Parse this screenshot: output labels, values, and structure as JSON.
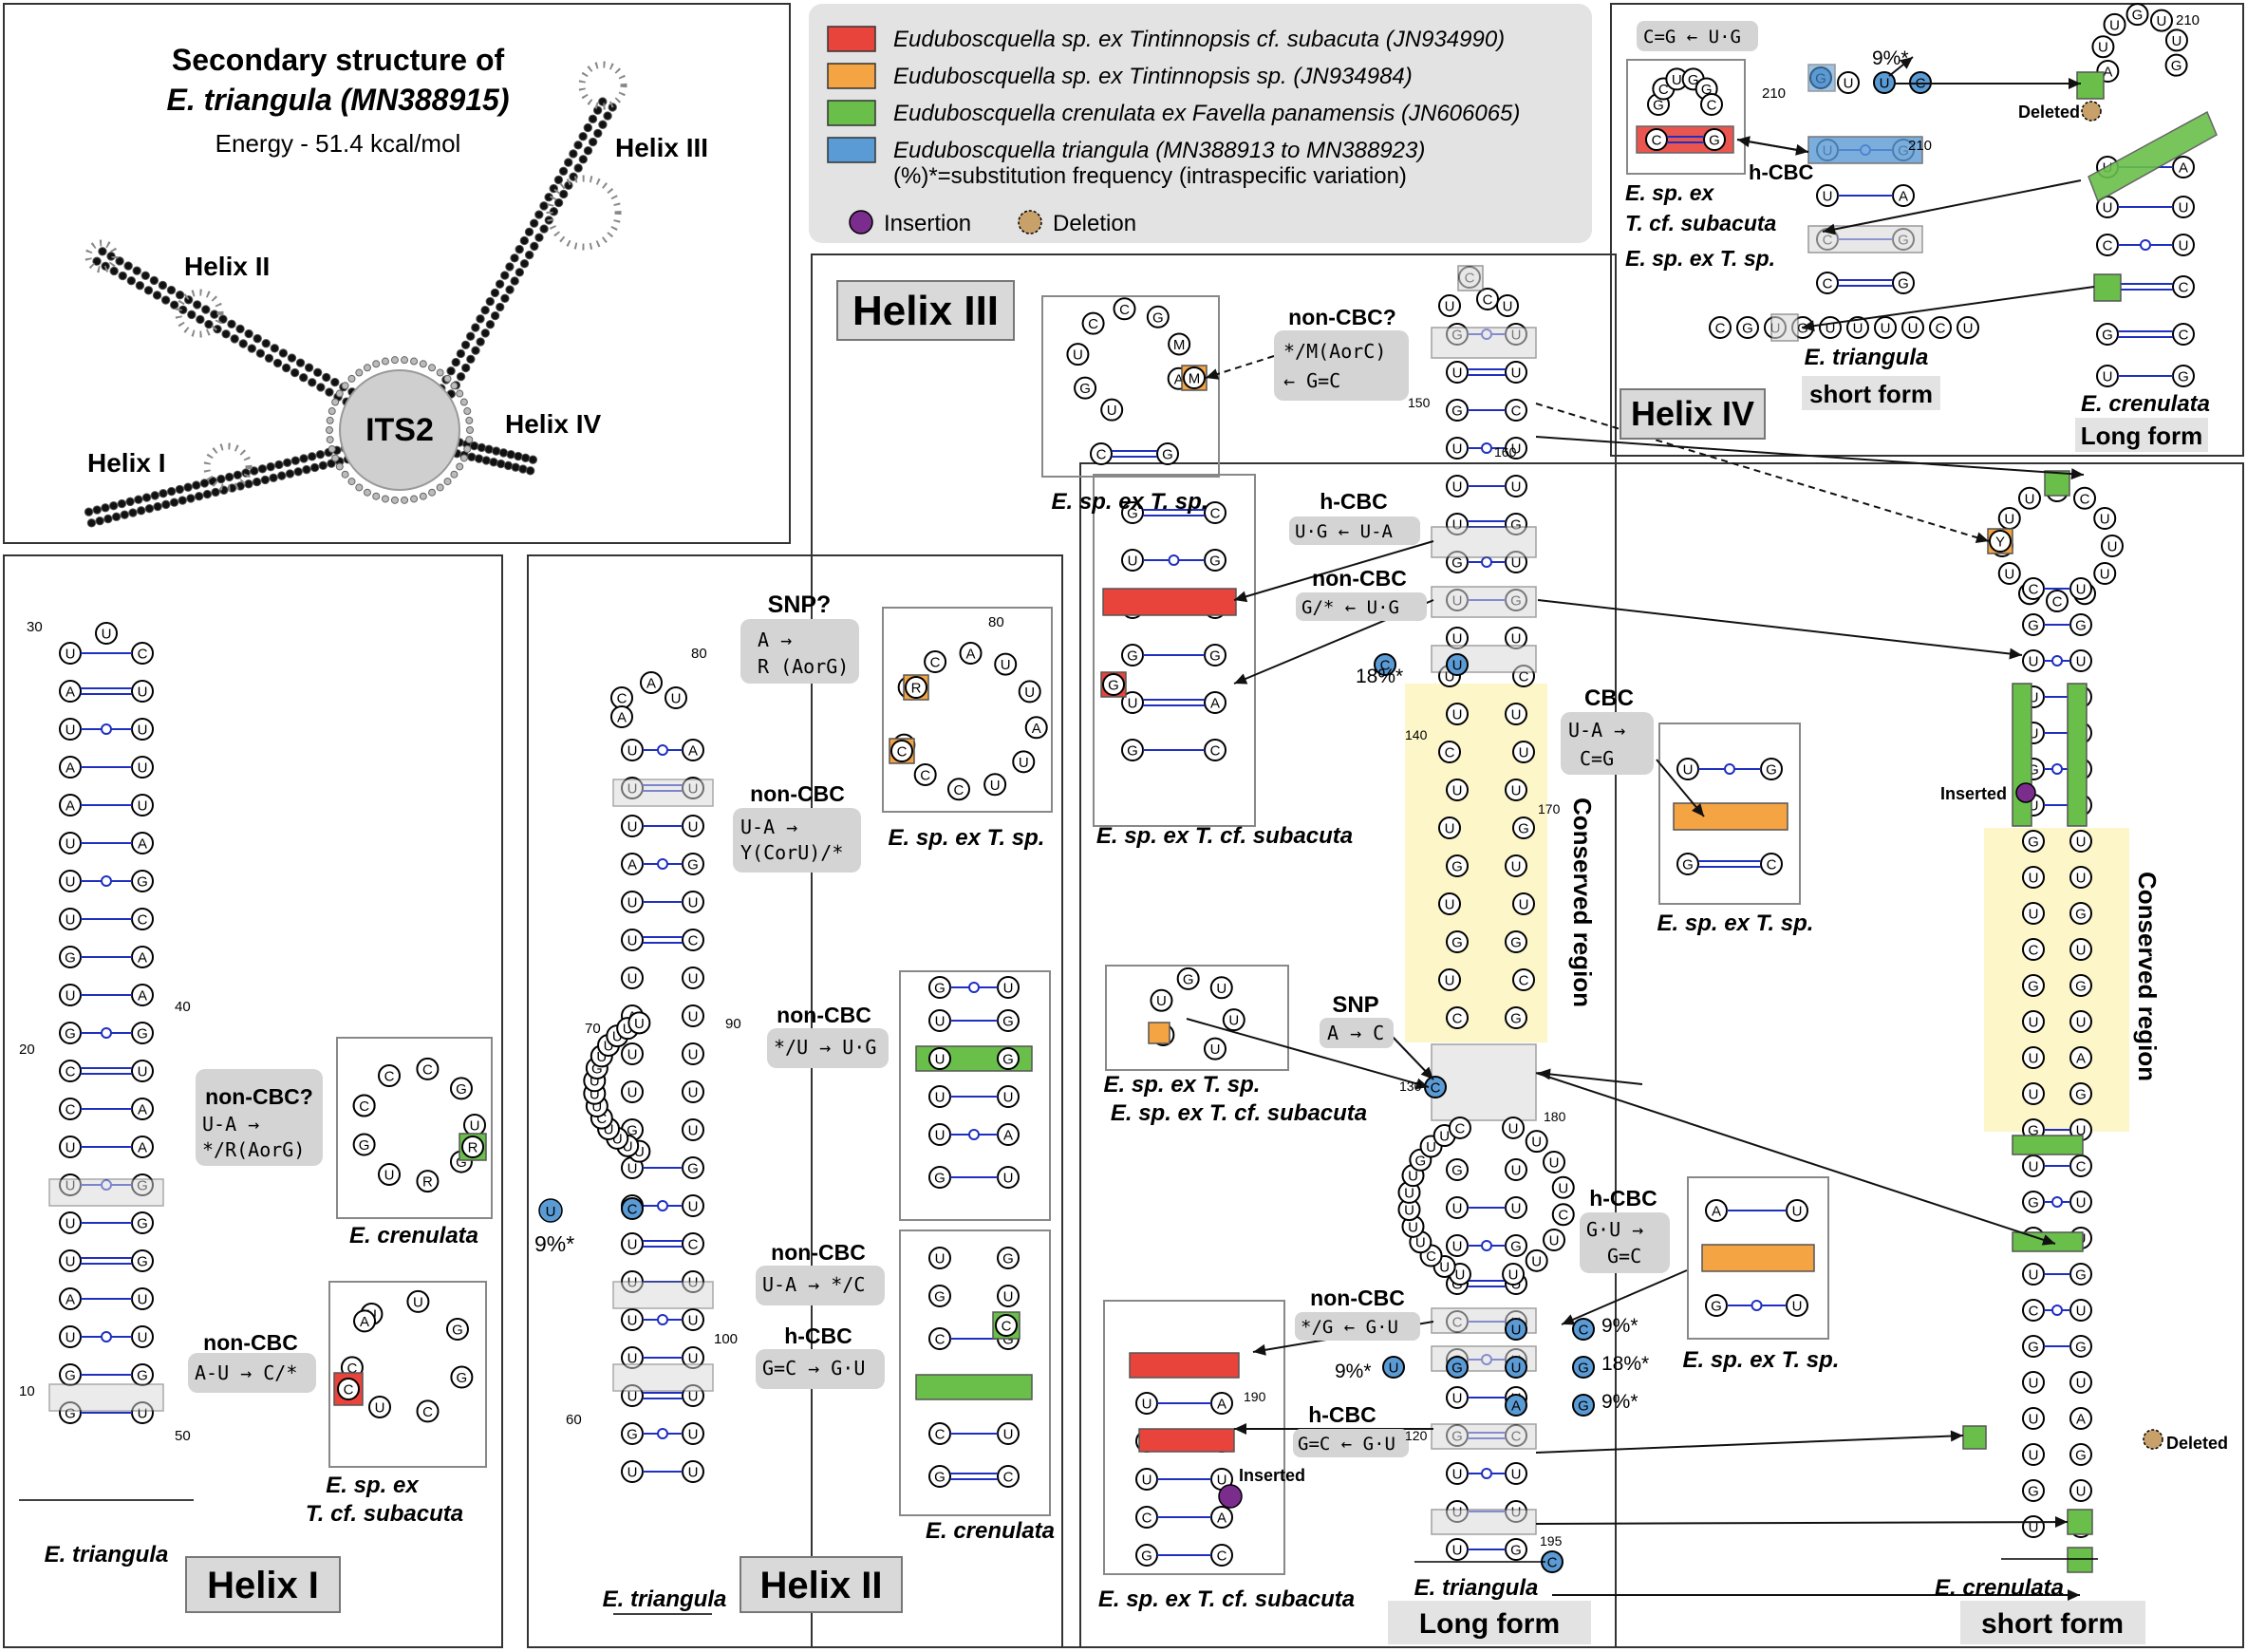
{
  "colors": {
    "red": "#e8443c",
    "orange": "#f4a442",
    "green": "#6abf4b",
    "blue": "#5b9bd5",
    "purple": "#7b2d8e",
    "tan": "#c8a06a",
    "grey_box": "#d9d9d9",
    "conserved": "#fcf6c8",
    "bond": "#1f2fbf"
  },
  "overview": {
    "title_line1": "Secondary structure of",
    "title_line2": "E. triangula (MN388915)",
    "energy": "Energy - 51.4 kcal/mol",
    "center": "ITS2",
    "helix_labels": [
      "Helix I",
      "Helix II",
      "Helix III",
      "Helix IV"
    ]
  },
  "legend": {
    "items": [
      {
        "color": "red",
        "text": "Euduboscquella sp. ex Tintinnopsis cf. subacuta (JN934990)"
      },
      {
        "color": "orange",
        "text": "Euduboscquella sp. ex Tintinnopsis sp. (JN934984)"
      },
      {
        "color": "green",
        "text": "Euduboscquella crenulata ex Favella panamensis (JN606065)"
      },
      {
        "color": "blue",
        "text": "Euduboscquella triangula (MN388913 to MN388923)"
      }
    ],
    "note": "(%)*=substitution frequency (intraspecific variation)",
    "insertion": "Insertion",
    "deletion": "Deletion"
  },
  "helix1": {
    "title": "Helix I",
    "species_main": "E. triangula",
    "species_crenulata": "E. crenulata",
    "species_subacuta_1": "E. sp. ex",
    "species_subacuta_2": "T. cf. subacuta",
    "ann1_title": "non-CBC?",
    "ann1_line1": "U-A →",
    "ann1_line2": "*/R(AorG)",
    "ann2_title": "non-CBC",
    "ann2_line": "A-U → C/*",
    "numbers": [
      "30",
      "40",
      "20",
      "10",
      "50"
    ],
    "left_seq": [
      "U",
      "A",
      "U",
      "A",
      "A",
      "U",
      "U",
      "U",
      "G",
      "U",
      "G",
      "C",
      "C",
      "U",
      "U",
      "U",
      "U",
      "A",
      "U",
      "G",
      "G"
    ],
    "right_seq": [
      "C",
      "U",
      "U",
      "U",
      "U",
      "A",
      "G",
      "C",
      "A",
      "A",
      "G",
      "U",
      "A",
      "A",
      "G",
      "G",
      "G",
      "U",
      "U",
      "G",
      "U"
    ]
  },
  "helix2": {
    "title": "Helix II",
    "species_main": "E. triangula",
    "species_sp": "E. sp. ex T. sp.",
    "species_crenulata": "E. crenulata",
    "ann_snp_title": "SNP?",
    "ann_snp_line1": "A →",
    "ann_snp_line2": "R (AorG)",
    "ann_noncbc1_title": "non-CBC",
    "ann_noncbc1_line1": "U-A →",
    "ann_noncbc1_line2": "Y(CorU)/*",
    "ann_noncbc2_title": "non-CBC",
    "ann_noncbc2_line": "*/U → U·G",
    "ann_noncbc3_title": "non-CBC",
    "ann_noncbc3_line": "U-A → */C",
    "ann_hcbc_title": "h-CBC",
    "ann_hcbc_line": "G=C → G·U",
    "freq": "9%*",
    "numbers": [
      "80",
      "70",
      "90",
      "100",
      "60",
      "80"
    ]
  },
  "helix3": {
    "title": "Helix III",
    "species_sp": "E. sp. ex T. sp.",
    "species_subacuta": "E. sp. ex T. cf. subacuta",
    "species_both_1": "E. sp. ex T. sp.",
    "species_both_2": "E. sp. ex T. cf. subacuta",
    "species_main": "E. triangula",
    "species_crenulata": "E. crenulata",
    "long_form": "Long form",
    "short_form": "short form",
    "conserved": "Conserved region",
    "ann_noncbcq_title": "non-CBC?",
    "ann_noncbcq_line1": "*/M(AorC)",
    "ann_noncbcq_line2": "← G=C",
    "ann_hcbc1_title": "h-CBC",
    "ann_hcbc1_line": "U·G ← U-A",
    "ann_noncbc1_title": "non-CBC",
    "ann_noncbc1_line": "G/* ← U·G",
    "ann_cbc_title": "CBC",
    "ann_cbc_line1": "U-A →",
    "ann_cbc_line2": "C=G",
    "ann_snp_title": "SNP",
    "ann_snp_line": "A → C",
    "ann_hcbc2_title": "h-CBC",
    "ann_hcbc2_line1": "G·U →",
    "ann_hcbc2_line2": "G=C",
    "ann_noncbc2_title": "non-CBC",
    "ann_noncbc2_line": "*/G ← G·U",
    "ann_hcbc3_title": "h-CBC",
    "ann_hcbc3_line": "G=C ← G·U",
    "freqs": [
      "18%*",
      "9%*",
      "18%*",
      "9%*",
      "9%*"
    ],
    "inserted": "Inserted",
    "deleted": "Deleted",
    "numbers": [
      "150",
      "160",
      "140",
      "170",
      "130",
      "180",
      "120",
      "190",
      "195"
    ]
  },
  "helix4": {
    "title": "Helix IV",
    "short_form": "short form",
    "long_form": "Long form",
    "species_main": "E. triangula",
    "species_crenulata": "E. crenulata",
    "species_sp_1": "E. sp. ex",
    "species_sp_2": "T. cf. subacuta",
    "species_sp_3": "E. sp. ex T. sp.",
    "ann_top": "C=G ← U·G",
    "ann_hcbc": "h-CBC",
    "freq": "9%*",
    "deleted": "Deleted",
    "numbers": [
      "210",
      "210",
      "210"
    ],
    "tail_seq": [
      "C",
      "G",
      "U",
      "G",
      "U",
      "U",
      "U",
      "U",
      "C",
      "U"
    ]
  }
}
